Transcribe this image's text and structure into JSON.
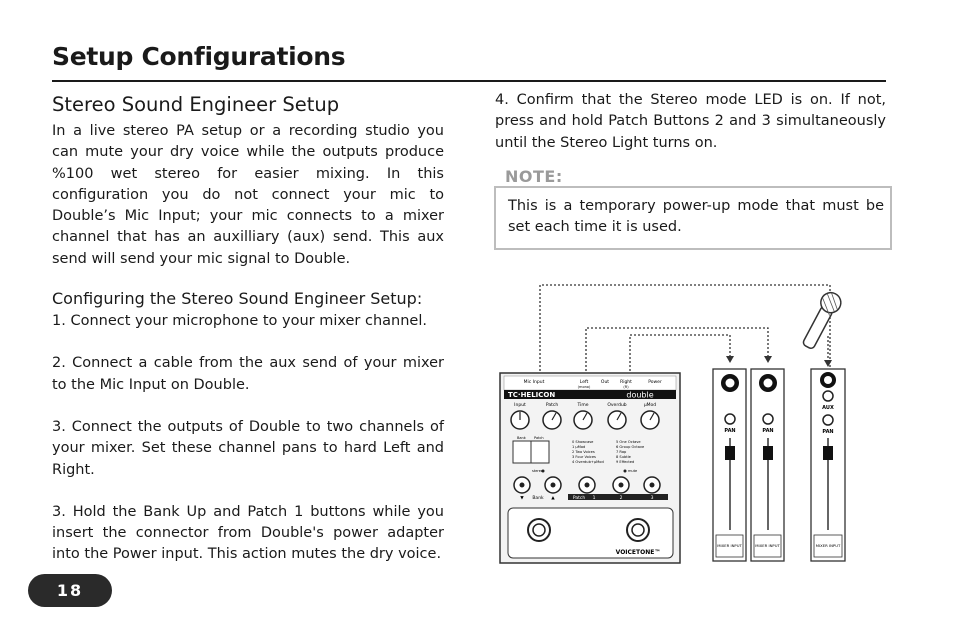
{
  "page": {
    "title": "Setup Configurations",
    "section_title": "Stereo Sound Engineer Setup",
    "intro": "In a live stereo PA setup or a recording studio you can mute your dry voice while the outputs produce %100 wet stereo for easier mixing. In this configuration you do not connect your mic to Double’s Mic Input; your mic connects to a mixer channel that has an auxilliary (aux) send. This aux send will send your mic signal to Double.",
    "config_heading": "Configuring the Stereo Sound Engineer Setup:",
    "steps": [
      "1.   Connect your microphone to your mixer channel.",
      "2.   Connect a cable from the aux send of your mixer to the Mic Input on Double.",
      "3.   Connect the outputs of Double to two channels of your mixer. Set these channel pans to hard Left and Right.",
      "3.   Hold the Bank Up and Patch 1 buttons while you insert the connector from Double's power adapter into the Power input. This action mutes the dry voice.",
      "4.   Confirm that the Stereo mode LED is on. If not, press and hold Patch Buttons 2 and 3 simultaneously until the Stereo Light turns on."
    ],
    "note_label": "NOTE:",
    "note_text": "This is a temporary power-up mode that must be set each time it is used.",
    "page_number": "18"
  },
  "diagram": {
    "pedal": {
      "brand": "TC·HELICON",
      "model": "double",
      "footer": "VOICETONE™",
      "top_labels": [
        "Mic Input",
        "Left",
        "Out",
        "Right",
        "Power"
      ],
      "top_sublabels": [
        "(mono)",
        "(R)"
      ],
      "knob_labels": [
        "Input",
        "Patch",
        "Time",
        "Overdub",
        "μMod"
      ],
      "mode_labels": [
        "Bank",
        "Patch"
      ],
      "patch_list_left": [
        "0  Showcase",
        "1  μMod",
        "2  Two Voices",
        "3  Four Voices",
        "4  Overdub+μMod"
      ],
      "patch_list_right": [
        "5  One Octave",
        "6  Group Octave",
        "7  Rap",
        "8  Subtle",
        "9  Effected"
      ],
      "led_labels": [
        "stereo",
        "mute"
      ],
      "button_labels": [
        "▼",
        "Bank",
        "▲",
        "Patch",
        "1",
        "2",
        "3"
      ]
    },
    "mixer": {
      "pan_label": "PAN",
      "aux_label": "AUX",
      "channel_label": "MIXER INPUT",
      "channel_count": 3
    }
  }
}
